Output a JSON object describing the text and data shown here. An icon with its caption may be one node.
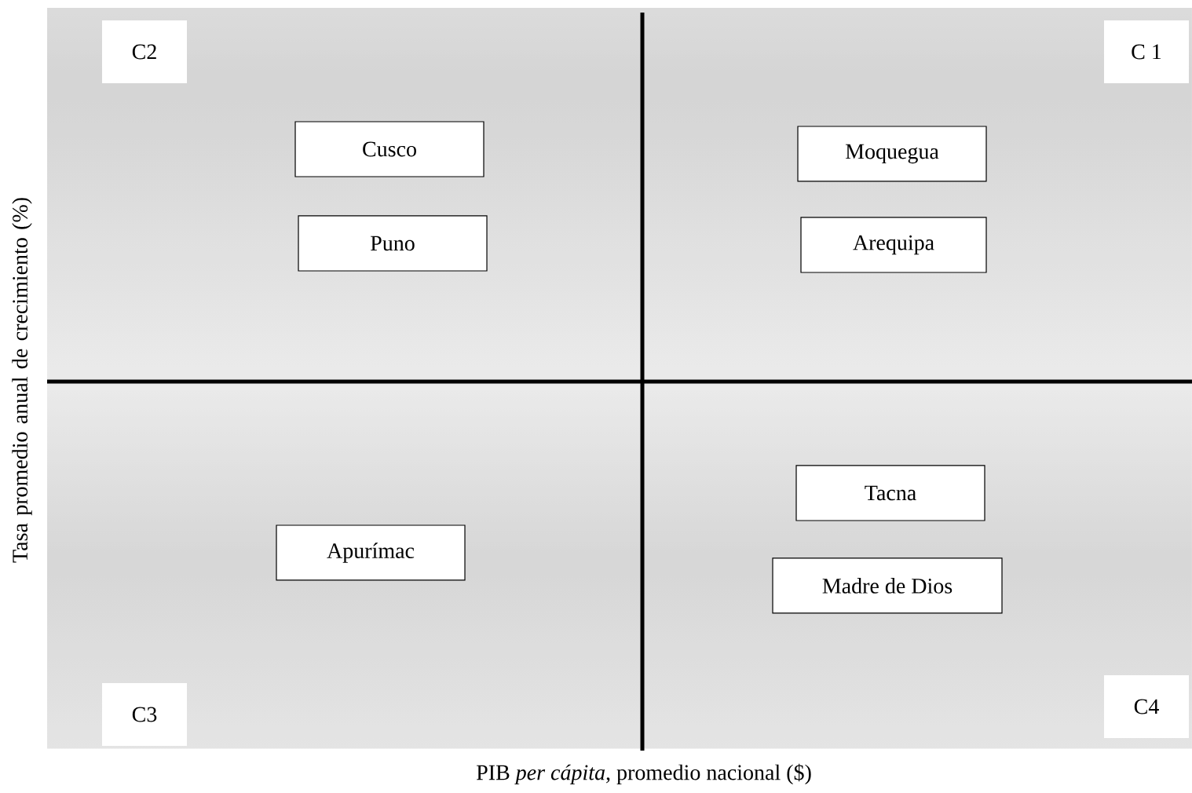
{
  "diagram": {
    "nodes": [
      {
        "text": [
          "Cusco"
        ]
      },
      {
        "text": [
          "Puno"
        ]
      },
      {
        "text": [
          "Moquegua"
        ]
      },
      {
        "text": [
          "Arequipa"
        ]
      },
      {
        "text": [
          "Apurímac"
        ]
      },
      {
        "text": [
          "Tacna"
        ]
      },
      {
        "text": [
          "Madre de Dios"
        ]
      }
    ],
    "labels": [
      "C2",
      "C 1",
      "Tasa promedio anual de crecimiento (%)",
      "C3",
      "C4",
      "PIB *per cápita*, promedio nacional ($)"
    ]
  }
}
